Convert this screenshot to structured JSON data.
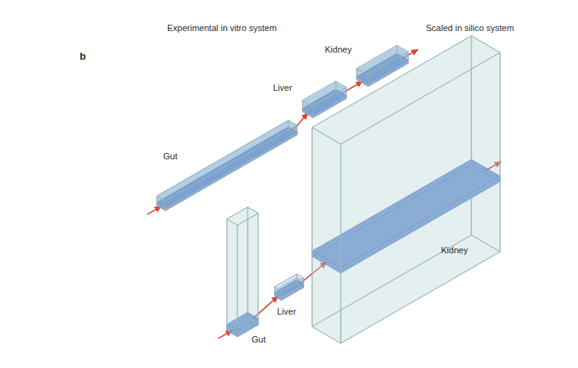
{
  "diagram": {
    "nodes": [
      {
        "text": [
          "Gut"
        ]
      },
      {
        "text": [
          "Liver"
        ]
      },
      {
        "text": [
          "Kidney"
        ]
      },
      {
        "text": [
          "Gut"
        ]
      },
      {
        "text": [
          "Liver"
        ]
      },
      {
        "text": [
          "Kidney"
        ]
      }
    ],
    "edges": [
      {
        "from": 0,
        "to": 1,
        "arrow": "to"
      },
      {
        "from": 1,
        "to": 2,
        "arrow": "to"
      },
      {
        "from": 3,
        "to": 4,
        "arrow": "to"
      },
      {
        "from": 4,
        "to": 5,
        "arrow": "to"
      }
    ],
    "labels": [
      "b",
      "Experimental in vitro system",
      "Scaled in silico system"
    ]
  }
}
